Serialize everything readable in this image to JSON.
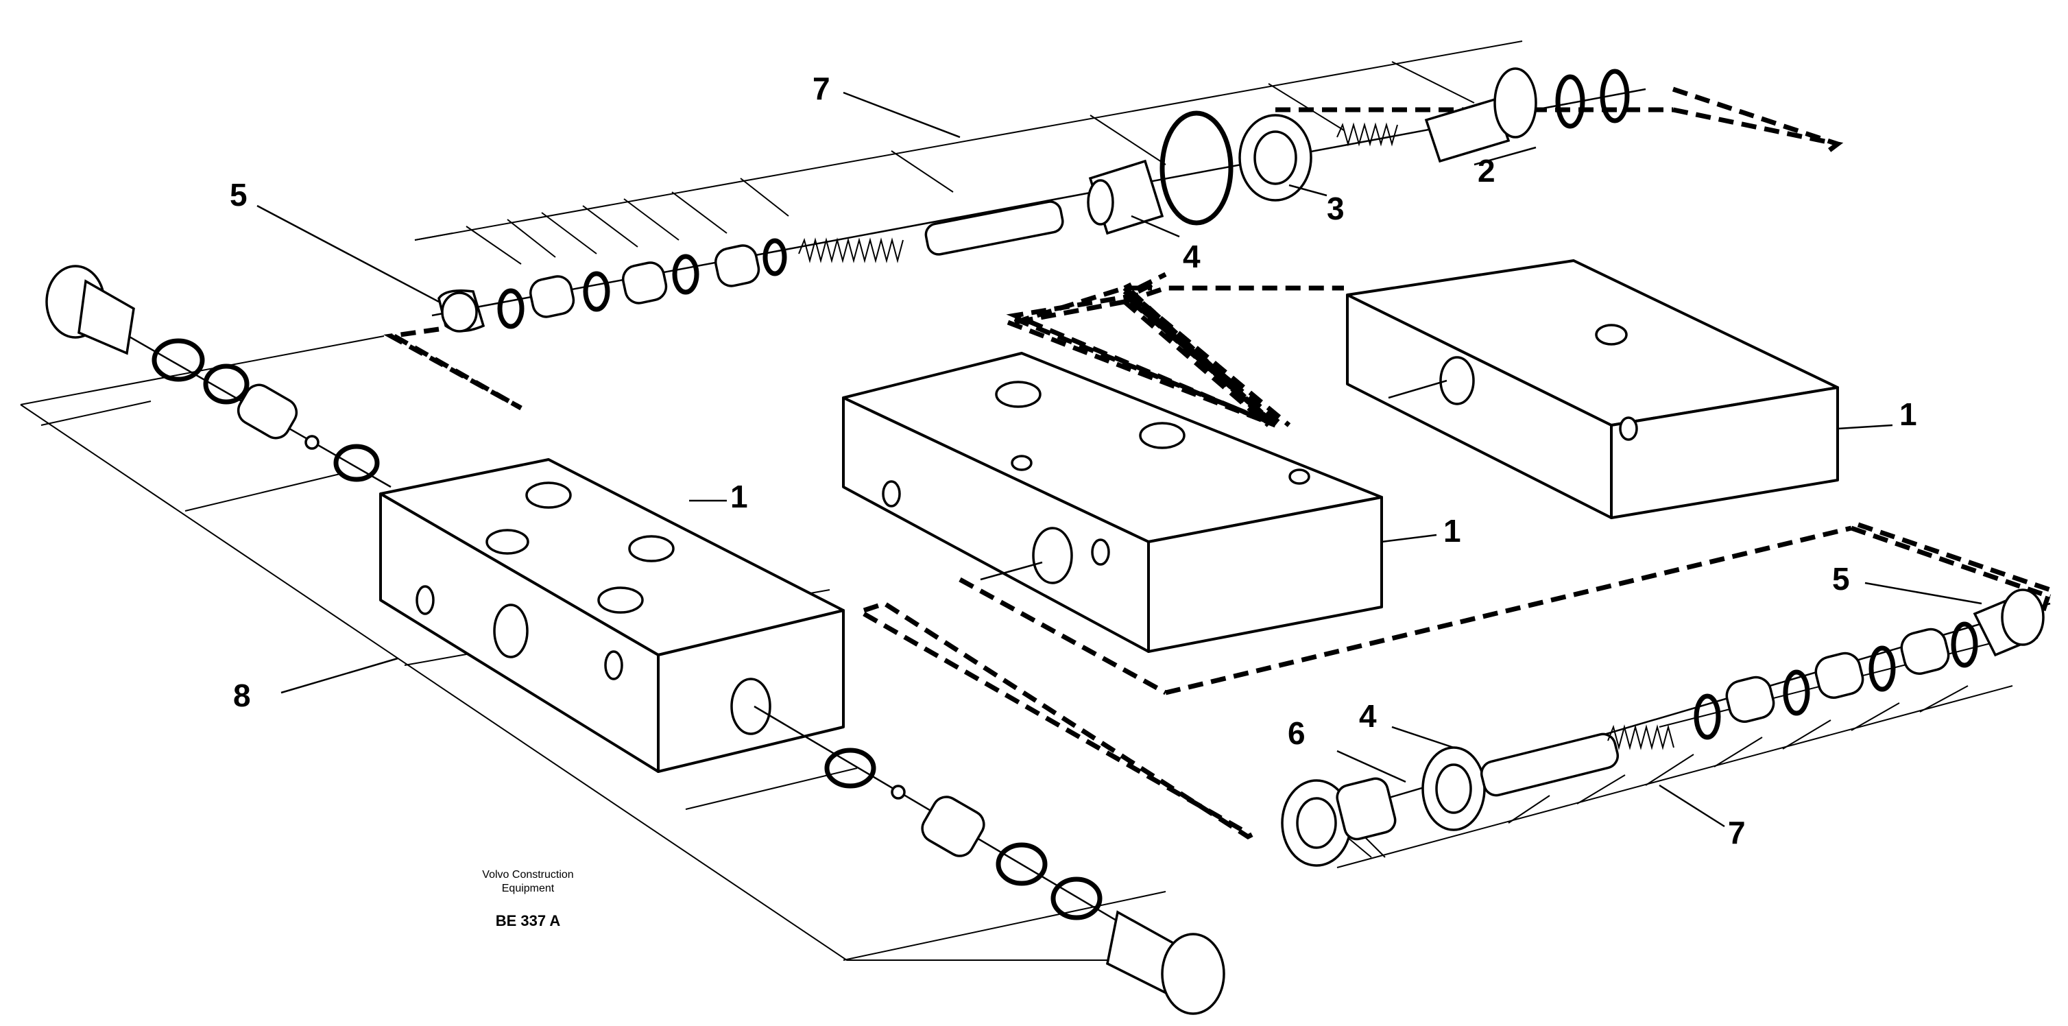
{
  "diagram": {
    "callouts": {
      "c1_left": "1",
      "c1_mid": "1",
      "c1_right": "1",
      "c2": "2",
      "c3": "3",
      "c4_top": "4",
      "c4_bottom": "4",
      "c5_top": "5",
      "c5_right": "5",
      "c6": "6",
      "c7_top": "7",
      "c7_bottom": "7",
      "c8": "8"
    },
    "caption": {
      "line1": "Volvo Construction",
      "line2": "Equipment",
      "code": "BE 337 A"
    }
  }
}
